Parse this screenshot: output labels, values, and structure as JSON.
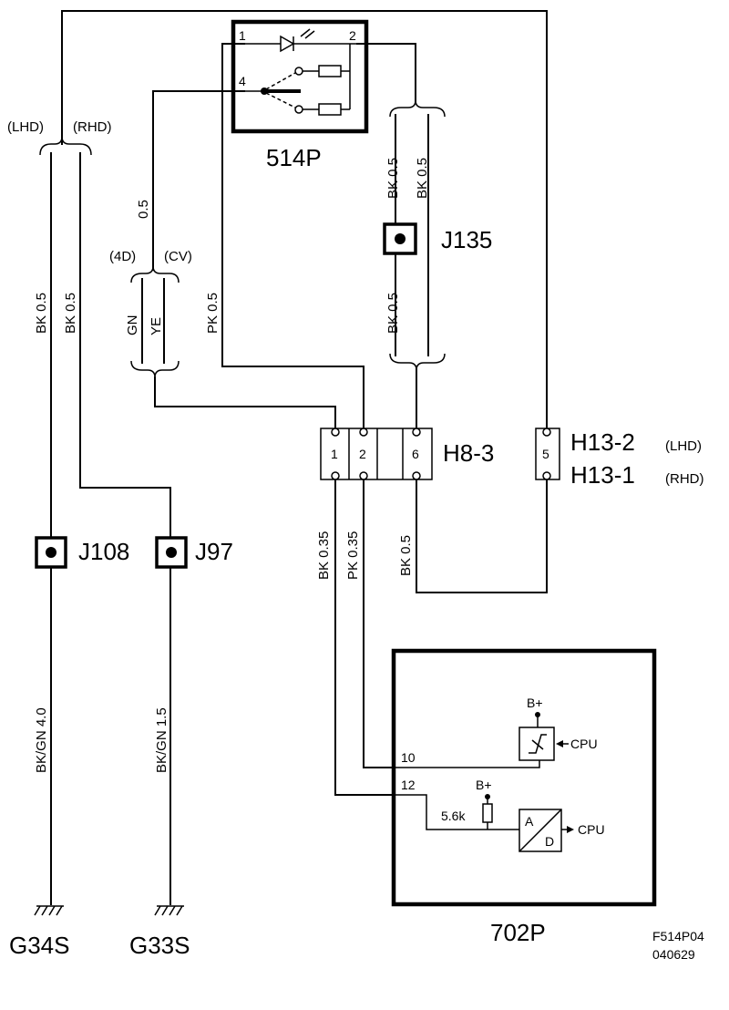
{
  "components": {
    "switch_514p": {
      "label": "514P",
      "pins": [
        "1",
        "2",
        "4"
      ]
    },
    "connector_h8_3": {
      "label": "H8-3",
      "pins": [
        "1",
        "2",
        "6"
      ]
    },
    "connector_h13": {
      "label_lhd": "H13-2",
      "label_rhd": "H13-1",
      "lhd_tag": "(LHD)",
      "rhd_tag": "(RHD)",
      "pin": "5"
    },
    "module_702p": {
      "label": "702P",
      "pin_10": "10",
      "pin_12": "12",
      "bplus_1": "B+",
      "bplus_2": "B+",
      "cpu_1": "CPU",
      "cpu_2": "CPU",
      "resistor": "5.6k",
      "ad_a": "A",
      "ad_d": "D"
    }
  },
  "splices": {
    "j135": "J135",
    "j108": "J108",
    "j97": "J97"
  },
  "grounds": {
    "g34s": "G34S",
    "g33s": "G33S"
  },
  "variants": {
    "lhd": "(LHD)",
    "rhd": "(RHD)",
    "d4": "(4D)",
    "cv": "(CV)"
  },
  "wires": {
    "bk05_lhd": "BK  0.5",
    "bk05_rhd": "BK  0.5",
    "gn_4d": "GN",
    "ye_cv": "YE",
    "size_05": "0.5",
    "pk05": "PK  0.5",
    "bk05_a": "BK  0.5",
    "bk05_b": "BK  0.5",
    "bk05_c": "BK  0.5",
    "bk035": "BK  0.35",
    "pk035": "PK  0.35",
    "bk05_h13": "BK  0.5",
    "bkgn40": "BK/GN  4.0",
    "bkgn15": "BK/GN  1.5"
  },
  "footer": {
    "code": "F514P04",
    "date": "040629"
  }
}
